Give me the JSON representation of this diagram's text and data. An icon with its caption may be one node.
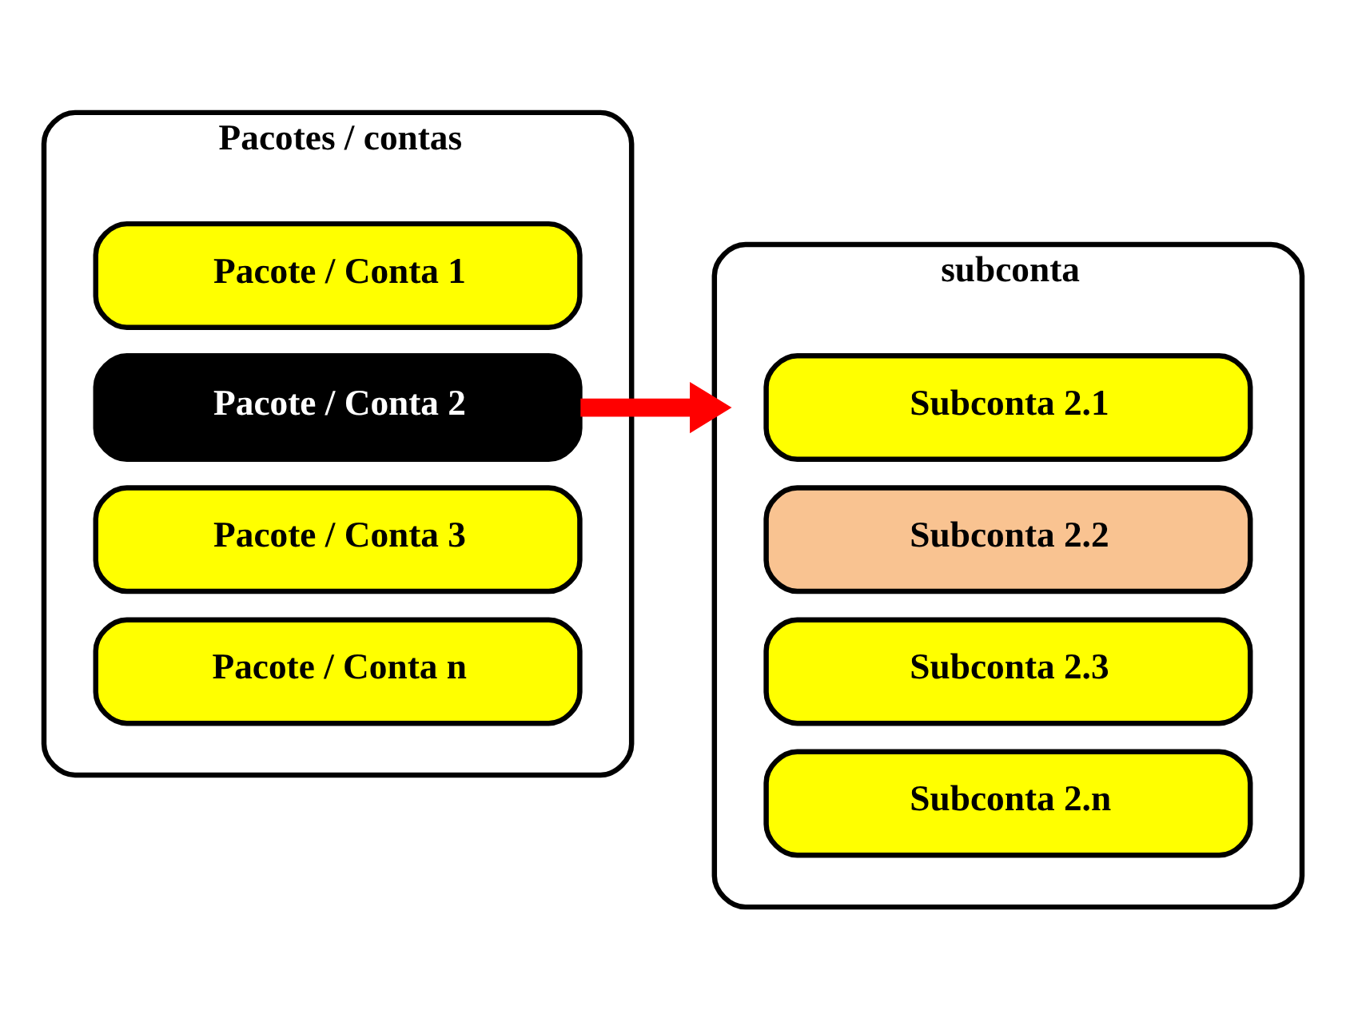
{
  "diagram": {
    "nodes": [
      {
        "text": [
          "Pacotes / contas"
        ]
      },
      {
        "text": [
          "Pacote / Conta 1"
        ],
        "in": 0
      },
      {
        "text": [
          "Pacote / Conta 2"
        ],
        "in": 0
      },
      {
        "text": [
          "Pacote / Conta 3"
        ],
        "in": 0
      },
      {
        "text": [
          "Pacote / Conta n"
        ],
        "in": 0
      },
      {
        "text": [
          "subconta"
        ]
      },
      {
        "text": [
          "Subconta 2.1"
        ],
        "in": 5
      },
      {
        "text": [
          "Subconta 2.2"
        ],
        "in": 5
      },
      {
        "text": [
          "Subconta 2.3"
        ],
        "in": 5
      },
      {
        "text": [
          "Subconta 2.n"
        ],
        "in": 5
      }
    ],
    "edges": [
      {
        "from": 2,
        "to": 5,
        "arrow": "to",
        "color": "#ff0000"
      }
    ]
  }
}
